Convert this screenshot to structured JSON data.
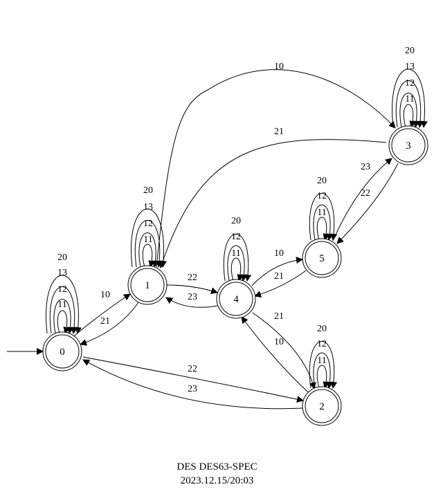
{
  "caption": {
    "title": "DES DES63-SPEC",
    "timestamp": "2023.12.15/20:03"
  },
  "states": [
    "0",
    "1",
    "2",
    "3",
    "4",
    "5"
  ],
  "initial_state": "0",
  "accepting_states": [
    "0",
    "1",
    "2",
    "3",
    "4",
    "5"
  ],
  "transitions": [
    {
      "from": "0",
      "to": "0",
      "events": [
        "11",
        "12",
        "13",
        "20"
      ]
    },
    {
      "from": "0",
      "to": "1",
      "events": [
        "10"
      ]
    },
    {
      "from": "1",
      "to": "0",
      "events": [
        "21"
      ]
    },
    {
      "from": "0",
      "to": "2",
      "events": [
        "22"
      ]
    },
    {
      "from": "2",
      "to": "0",
      "events": [
        "23"
      ]
    },
    {
      "from": "1",
      "to": "1",
      "events": [
        "11",
        "12",
        "13",
        "20"
      ]
    },
    {
      "from": "1",
      "to": "3",
      "events": [
        "10"
      ]
    },
    {
      "from": "3",
      "to": "1",
      "events": [
        "21"
      ]
    },
    {
      "from": "1",
      "to": "4",
      "events": [
        "22"
      ]
    },
    {
      "from": "4",
      "to": "1",
      "events": [
        "23"
      ]
    },
    {
      "from": "3",
      "to": "3",
      "events": [
        "11",
        "12",
        "13",
        "20"
      ]
    },
    {
      "from": "3",
      "to": "5",
      "events": [
        "22"
      ]
    },
    {
      "from": "5",
      "to": "3",
      "events": [
        "23"
      ]
    },
    {
      "from": "4",
      "to": "4",
      "events": [
        "11",
        "12",
        "20"
      ]
    },
    {
      "from": "4",
      "to": "5",
      "events": [
        "10"
      ]
    },
    {
      "from": "5",
      "to": "4",
      "events": [
        "21"
      ]
    },
    {
      "from": "4",
      "to": "2",
      "events": [
        "21"
      ]
    },
    {
      "from": "2",
      "to": "4",
      "events": [
        "10"
      ]
    },
    {
      "from": "5",
      "to": "5",
      "events": [
        "11",
        "12",
        "20"
      ]
    },
    {
      "from": "2",
      "to": "2",
      "events": [
        "11",
        "12",
        "20"
      ]
    }
  ]
}
